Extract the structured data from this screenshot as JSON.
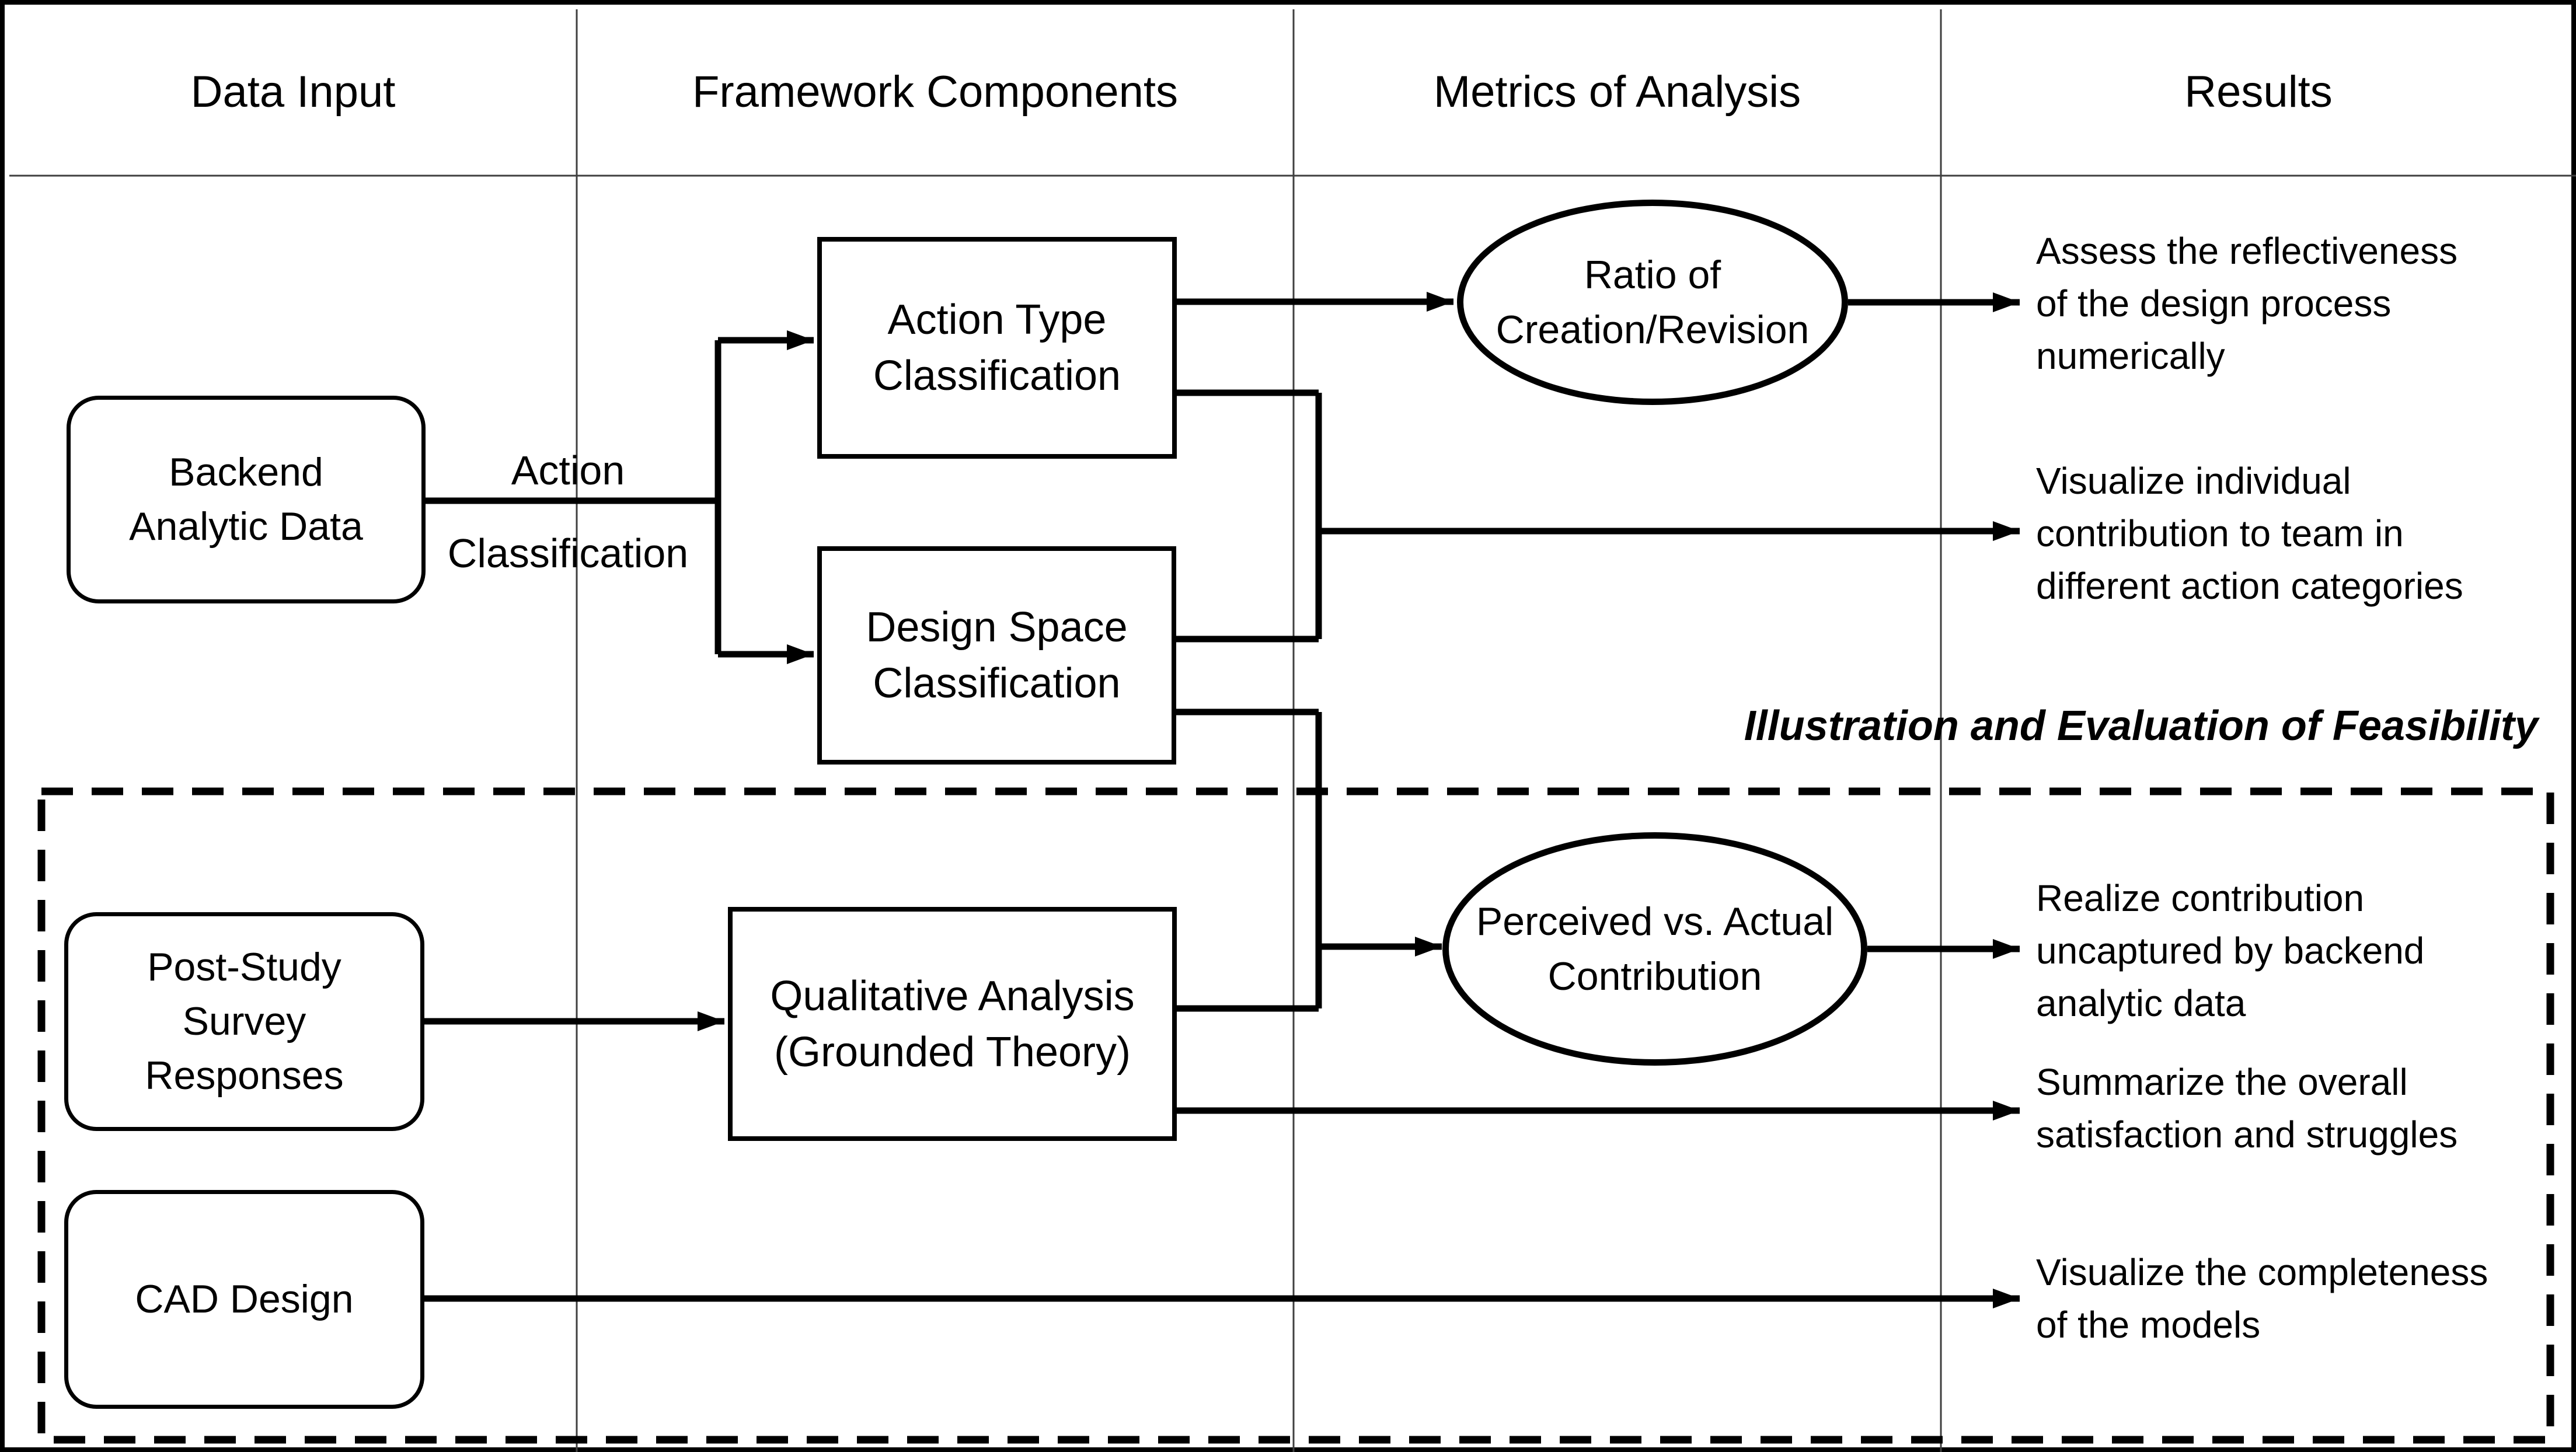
{
  "header": {
    "columns": [
      "Data Input",
      "Framework Components",
      "Metrics of Analysis",
      "Results"
    ]
  },
  "nodes": {
    "backend": {
      "lines": [
        "Backend",
        "Analytic Data"
      ]
    },
    "post_study": {
      "lines": [
        "Post-Study",
        "Survey",
        "Responses"
      ]
    },
    "cad": {
      "lines": [
        "CAD Design"
      ]
    },
    "action_type": {
      "lines": [
        "Action Type",
        "Classification"
      ]
    },
    "design_space": {
      "lines": [
        "Design Space",
        "Classification"
      ]
    },
    "qualitative": {
      "lines": [
        "Qualitative Analysis",
        "(Grounded Theory)"
      ]
    },
    "ratio_ellipse": {
      "lines": [
        "Ratio of",
        "Creation/Revision"
      ]
    },
    "perceived_ellipse": {
      "lines": [
        "Perceived vs. Actual",
        "Contribution"
      ]
    }
  },
  "edge_labels": {
    "action_classification": {
      "lines": [
        "Action",
        "Classification"
      ]
    }
  },
  "section_label": "Illustration and Evaluation of Feasibility",
  "results": [
    {
      "lines": [
        "Assess the reflectiveness",
        "of the design process",
        "numerically"
      ]
    },
    {
      "lines": [
        "Visualize individual",
        "contribution to team in",
        "different action categories"
      ]
    },
    {
      "lines": [
        "Realize contribution",
        "uncaptured by backend",
        "analytic data"
      ]
    },
    {
      "lines": [
        "Summarize the overall",
        "satisfaction and struggles"
      ]
    },
    {
      "lines": [
        "Visualize the completeness",
        "of the models"
      ]
    }
  ],
  "colors": {
    "ink": "#000000",
    "divider": "#3f3f3f",
    "background": "#ffffff"
  }
}
